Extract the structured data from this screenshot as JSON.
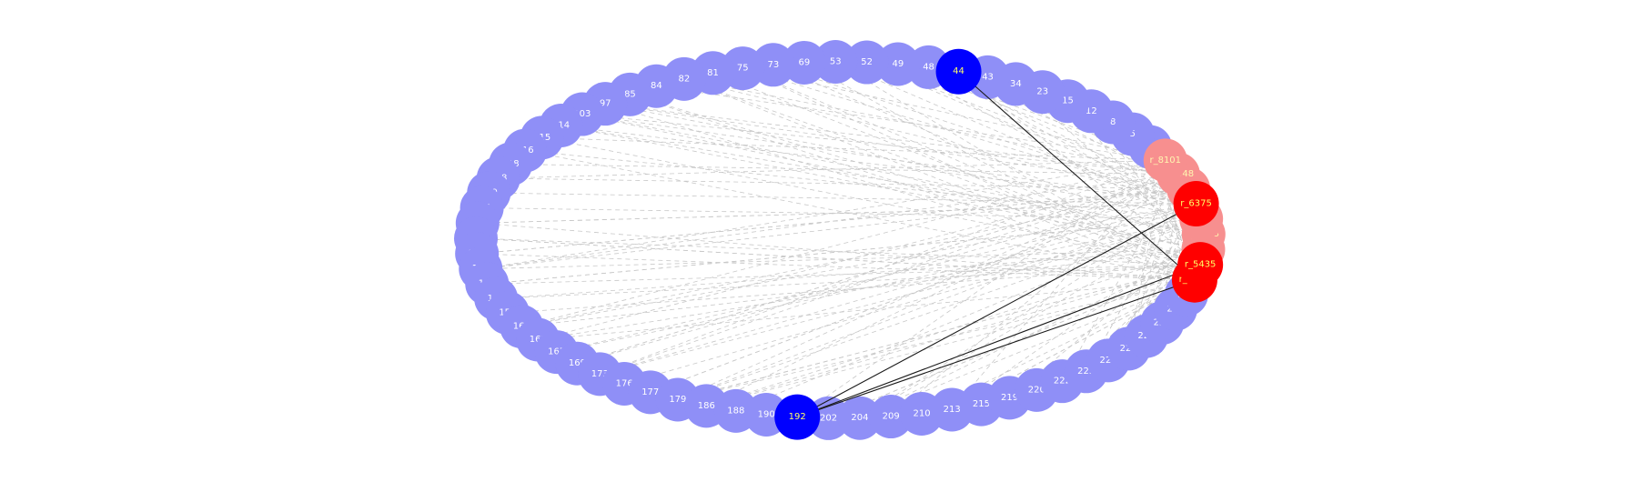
{
  "colors": {
    "background": "#ffffff",
    "node_default": "#8f8ff7",
    "node_highlight": "#0000ff",
    "rnode_default": "#f78f8f",
    "rnode_highlight": "#ff0000",
    "label_default": "#ffffff",
    "label_rnode": "#fff6b0",
    "label_highlight": "#ffff66",
    "edge_dashed": "#c8c8c8",
    "edge_solid": "#1a1a1a"
  },
  "graph": {
    "nodes": [
      {
        "id": "0",
        "kind": "regular"
      },
      {
        "id": "5",
        "kind": "regular"
      },
      {
        "id": "8",
        "kind": "regular"
      },
      {
        "id": "12",
        "kind": "regular"
      },
      {
        "id": "15",
        "kind": "regular"
      },
      {
        "id": "23",
        "kind": "regular"
      },
      {
        "id": "34",
        "kind": "regular"
      },
      {
        "id": "43",
        "kind": "regular"
      },
      {
        "id": "44",
        "kind": "regular",
        "highlight": true
      },
      {
        "id": "48",
        "kind": "regular"
      },
      {
        "id": "49",
        "kind": "regular"
      },
      {
        "id": "52",
        "kind": "regular"
      },
      {
        "id": "53",
        "kind": "regular"
      },
      {
        "id": "69",
        "kind": "regular"
      },
      {
        "id": "73",
        "kind": "regular"
      },
      {
        "id": "75",
        "kind": "regular"
      },
      {
        "id": "81",
        "kind": "regular"
      },
      {
        "id": "82",
        "kind": "regular"
      },
      {
        "id": "84",
        "kind": "regular"
      },
      {
        "id": "85",
        "kind": "regular"
      },
      {
        "id": "97",
        "kind": "regular"
      },
      {
        "id": "103",
        "kind": "regular"
      },
      {
        "id": "114",
        "kind": "regular"
      },
      {
        "id": "115",
        "kind": "regular"
      },
      {
        "id": "116",
        "kind": "regular"
      },
      {
        "id": "118",
        "kind": "regular"
      },
      {
        "id": "128",
        "kind": "regular"
      },
      {
        "id": "129",
        "kind": "regular"
      },
      {
        "id": "133",
        "kind": "regular"
      },
      {
        "id": "136",
        "kind": "regular"
      },
      {
        "id": "138",
        "kind": "regular"
      },
      {
        "id": "139",
        "kind": "regular"
      },
      {
        "id": "143",
        "kind": "regular"
      },
      {
        "id": "145",
        "kind": "regular"
      },
      {
        "id": "146",
        "kind": "regular"
      },
      {
        "id": "156",
        "kind": "regular"
      },
      {
        "id": "162",
        "kind": "regular"
      },
      {
        "id": "163",
        "kind": "regular"
      },
      {
        "id": "167",
        "kind": "regular"
      },
      {
        "id": "169",
        "kind": "regular"
      },
      {
        "id": "173",
        "kind": "regular"
      },
      {
        "id": "176",
        "kind": "regular"
      },
      {
        "id": "177",
        "kind": "regular"
      },
      {
        "id": "179",
        "kind": "regular"
      },
      {
        "id": "186",
        "kind": "regular"
      },
      {
        "id": "188",
        "kind": "regular"
      },
      {
        "id": "190",
        "kind": "regular"
      },
      {
        "id": "192",
        "kind": "regular",
        "highlight": true
      },
      {
        "id": "202",
        "kind": "regular"
      },
      {
        "id": "204",
        "kind": "regular"
      },
      {
        "id": "209",
        "kind": "regular"
      },
      {
        "id": "210",
        "kind": "regular"
      },
      {
        "id": "213",
        "kind": "regular"
      },
      {
        "id": "215",
        "kind": "regular"
      },
      {
        "id": "219",
        "kind": "regular"
      },
      {
        "id": "220",
        "kind": "regular"
      },
      {
        "id": "222",
        "kind": "regular"
      },
      {
        "id": "223",
        "kind": "regular"
      },
      {
        "id": "225",
        "kind": "regular"
      },
      {
        "id": "226",
        "kind": "regular"
      },
      {
        "id": "227",
        "kind": "regular"
      },
      {
        "id": "229",
        "kind": "regular"
      },
      {
        "id": "231",
        "kind": "regular"
      },
      {
        "id": "232",
        "kind": "regular"
      },
      {
        "id": "r_5385",
        "kind": "r",
        "highlight": true
      },
      {
        "id": "r_5435",
        "kind": "r",
        "highlight": true
      },
      {
        "id": "r_5",
        "kind": "r"
      },
      {
        "id": "r_5623",
        "kind": "r"
      },
      {
        "id": "r_5",
        "kind": "r"
      },
      {
        "id": "r_6375",
        "kind": "r",
        "highlight": true
      },
      {
        "id": "r_6",
        "kind": "r"
      },
      {
        "id": "r_6548",
        "kind": "r"
      },
      {
        "id": "r_8101",
        "kind": "r"
      }
    ],
    "solid_edges": [
      [
        "44",
        "r_5385"
      ],
      [
        "192",
        "r_6375"
      ],
      [
        "192",
        "r_5435"
      ],
      [
        "192",
        "r_5385"
      ]
    ]
  }
}
